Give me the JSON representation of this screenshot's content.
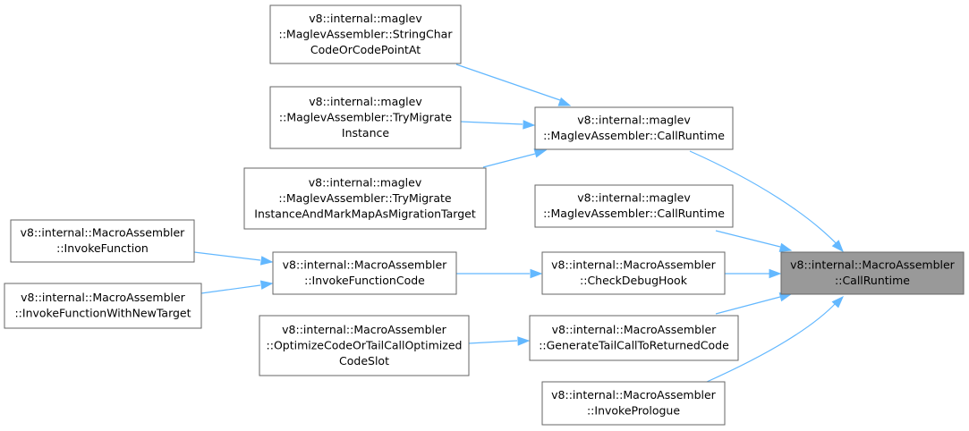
{
  "diagram": {
    "nodes": [
      {
        "id": "focus",
        "lines": [
          "v8::internal::MacroAssembler",
          "::CallRuntime"
        ],
        "focus": true
      },
      {
        "id": "maglev_callruntime_a",
        "lines": [
          "v8::internal::maglev",
          "::MaglevAssembler::CallRuntime"
        ]
      },
      {
        "id": "maglev_callruntime_b",
        "lines": [
          "v8::internal::maglev",
          "::MaglevAssembler::CallRuntime"
        ]
      },
      {
        "id": "check_debug_hook",
        "lines": [
          "v8::internal::MacroAssembler",
          "::CheckDebugHook"
        ]
      },
      {
        "id": "generate_tail_call",
        "lines": [
          "v8::internal::MacroAssembler",
          "::GenerateTailCallToReturnedCode"
        ]
      },
      {
        "id": "invoke_prologue",
        "lines": [
          "v8::internal::MacroAssembler",
          "::InvokePrologue"
        ]
      },
      {
        "id": "string_char_code",
        "lines": [
          "v8::internal::maglev",
          "::MaglevAssembler::StringChar",
          "CodeOrCodePointAt"
        ]
      },
      {
        "id": "try_migrate_instance",
        "lines": [
          "v8::internal::maglev",
          "::MaglevAssembler::TryMigrate",
          "Instance"
        ]
      },
      {
        "id": "try_migrate_mark",
        "lines": [
          "v8::internal::maglev",
          "::MaglevAssembler::TryMigrate",
          "InstanceAndMarkMapAsMigrationTarget"
        ]
      },
      {
        "id": "invoke_function_code",
        "lines": [
          "v8::internal::MacroAssembler",
          "::InvokeFunctionCode"
        ]
      },
      {
        "id": "invoke_function",
        "lines": [
          "v8::internal::MacroAssembler",
          "::InvokeFunction"
        ]
      },
      {
        "id": "invoke_function_new_target",
        "lines": [
          "v8::internal::MacroAssembler",
          "::InvokeFunctionWithNewTarget"
        ]
      },
      {
        "id": "optimize_code_slot",
        "lines": [
          "v8::internal::MacroAssembler",
          "::OptimizeCodeOrTailCallOptimized",
          "CodeSlot"
        ]
      }
    ],
    "edges": [
      {
        "from": "maglev_callruntime_a",
        "to": "focus"
      },
      {
        "from": "maglev_callruntime_b",
        "to": "focus"
      },
      {
        "from": "check_debug_hook",
        "to": "focus"
      },
      {
        "from": "generate_tail_call",
        "to": "focus"
      },
      {
        "from": "invoke_prologue",
        "to": "focus"
      },
      {
        "from": "string_char_code",
        "to": "maglev_callruntime_a"
      },
      {
        "from": "try_migrate_instance",
        "to": "maglev_callruntime_a"
      },
      {
        "from": "try_migrate_mark",
        "to": "maglev_callruntime_a"
      },
      {
        "from": "invoke_function_code",
        "to": "check_debug_hook"
      },
      {
        "from": "invoke_function",
        "to": "invoke_function_code"
      },
      {
        "from": "invoke_function_new_target",
        "to": "invoke_function_code"
      },
      {
        "from": "optimize_code_slot",
        "to": "generate_tail_call"
      }
    ],
    "colors": {
      "edge": "#63b8ff",
      "node_border": "#666666",
      "node_fill": "#ffffff",
      "focus_fill": "#999999",
      "text": "#000000"
    }
  }
}
